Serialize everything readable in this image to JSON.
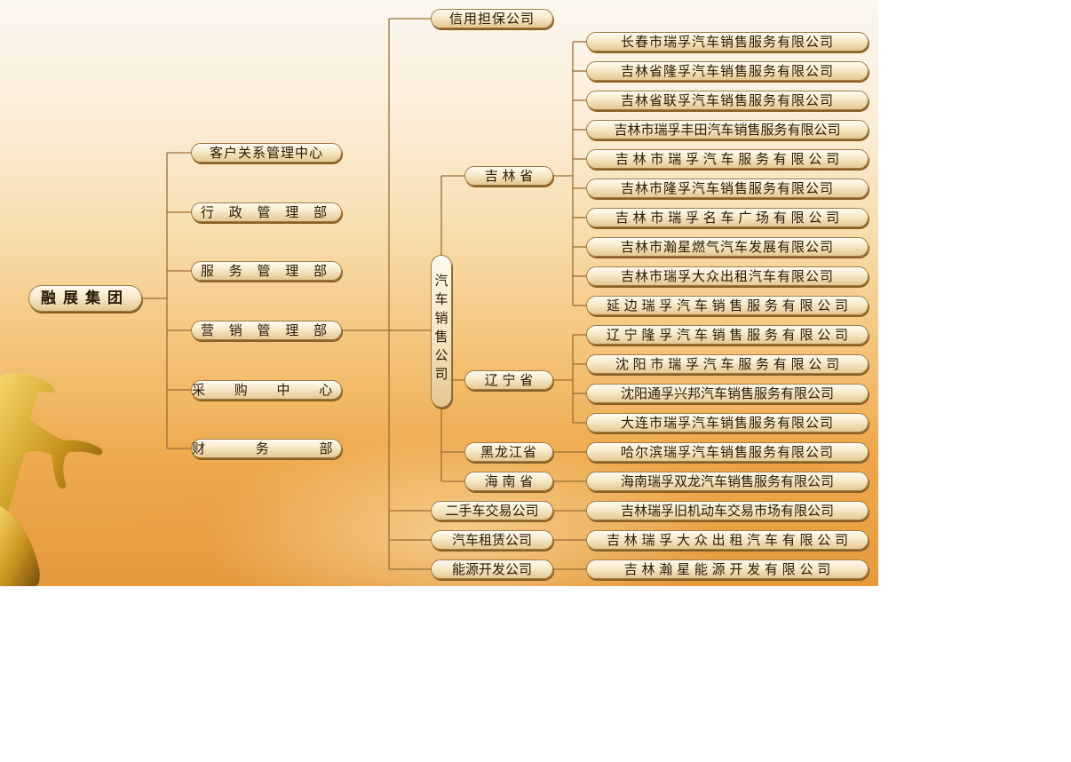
{
  "root": "融展集团",
  "departments": [
    "客户关系管理中心",
    "行政管理部",
    "服务管理部",
    "营销管理部",
    "采购中心",
    "财务部"
  ],
  "dept_display": [
    "客户关系管理中心",
    "行 政 管 理 部",
    "服 务 管 理 部",
    "营 销 管 理 部",
    "采 购 中 心",
    "财 务 部"
  ],
  "auto_sales": "汽车销售公司",
  "auto_sales_chars": [
    "汽",
    "车",
    "销",
    "售",
    "公",
    "司"
  ],
  "credit": "信用担保公司",
  "provinces": {
    "jilin": {
      "label": "吉 林 省",
      "companies": [
        "长春市瑞孚汽车销售服务有限公司",
        "吉林省隆孚汽车销售服务有限公司",
        "吉林省联孚汽车销售服务有限公司",
        "吉林市瑞孚丰田汽车销售服务有限公司",
        "吉 林 市 瑞 孚 汽 车 服 务 有 限 公 司",
        "吉林市隆孚汽车销售服务有限公司",
        "吉 林 市 瑞 孚 名 车 广 场 有 限 公 司",
        "吉林市瀚星燃气汽车发展有限公司",
        "吉林市瑞孚大众出租汽车有限公司",
        "延 边 瑞 孚 汽 车 销 售 服 务 有 限 公 司"
      ]
    },
    "liaoning": {
      "label": "辽 宁 省",
      "companies": [
        "辽 宁 隆 孚 汽 车 销 售 服 务 有 限 公 司",
        "沈 阳 市 瑞 孚 汽 车 服 务 有 限 公 司",
        "沈阳通孚兴邦汽车销售服务有限公司",
        "大连市瑞孚汽车销售服务有限公司"
      ]
    },
    "heilongjiang": {
      "label": "黑龙江省",
      "companies": [
        "哈尔滨瑞孚汽车销售服务有限公司"
      ]
    },
    "hainan": {
      "label": "海 南 省",
      "companies": [
        "海南瑞孚双龙汽车销售服务有限公司"
      ]
    }
  },
  "used_car": {
    "label": "二手车交易公司",
    "company": "吉林瑞孚旧机动车交易市场有限公司"
  },
  "rental": {
    "label": "汽车租赁公司",
    "company": "吉 林 瑞 孚 大 众 出 租 汽 车 有 限 公 司"
  },
  "energy": {
    "label": "能源开发公司",
    "company": "吉 林 瀚 星 能 源 开 发 有 限 公 司"
  },
  "colors": {
    "line": "#9a6e34",
    "node_border": "#a07a3e",
    "text": "#2a1a08"
  }
}
